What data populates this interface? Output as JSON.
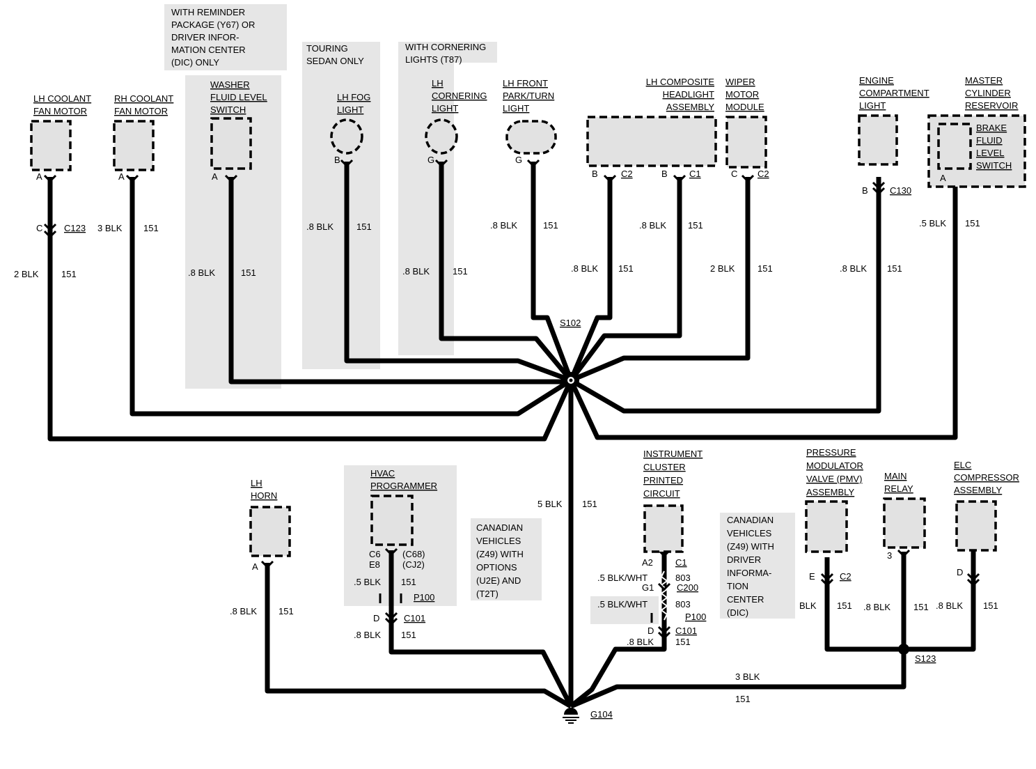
{
  "notes": {
    "reminder": [
      "WITH REMINDER",
      "PACKAGE (Y67) OR",
      "DRIVER INFOR-",
      "MATION CENTER",
      "(DIC) ONLY"
    ],
    "touring": [
      "TOURING",
      "SEDAN ONLY"
    ],
    "cornering": [
      "WITH CORNERING",
      "LIGHTS (T87)"
    ],
    "canadian_options": [
      "CANADIAN",
      "VEHICLES",
      "(Z49) WITH",
      "OPTIONS",
      "(U2E) AND",
      "(T2T)"
    ],
    "canadian_dic": [
      "CANADIAN",
      "VEHICLES",
      "(Z49) WITH",
      "DRIVER",
      "INFORMA-",
      "TION",
      "CENTER",
      "(DIC)"
    ]
  },
  "components": {
    "lh_coolant_fan": [
      "LH COOLANT",
      "FAN MOTOR"
    ],
    "rh_coolant_fan": [
      "RH COOLANT",
      "FAN MOTOR"
    ],
    "washer_switch": [
      "WASHER",
      "FLUID LEVEL",
      "SWITCH"
    ],
    "lh_fog": [
      "LH FOG",
      "LIGHT"
    ],
    "lh_cornering": [
      "LH",
      "CORNERING",
      "LIGHT"
    ],
    "lh_front_park": [
      "LH FRONT",
      "PARK/TURN",
      "LIGHT"
    ],
    "lh_headlight": [
      "LH COMPOSITE",
      "HEADLIGHT",
      "ASSEMBLY"
    ],
    "wiper_module": [
      "WIPER",
      "MOTOR",
      "MODULE"
    ],
    "engine_light": [
      "ENGINE",
      "COMPARTMENT",
      "LIGHT"
    ],
    "master_cylinder": [
      "MASTER",
      "CYLINDER",
      "RESERVOIR"
    ],
    "brake_switch": [
      "BRAKE",
      "FLUID",
      "LEVEL",
      "SWITCH"
    ],
    "lh_horn": [
      "LH",
      "HORN"
    ],
    "hvac": [
      "HVAC",
      "PROGRAMMER"
    ],
    "instrument": [
      "INSTRUMENT",
      "CLUSTER",
      "PRINTED",
      "CIRCUIT"
    ],
    "pmv": [
      "PRESSURE",
      "MODULATOR",
      "VALVE (PMV)",
      "ASSEMBLY"
    ],
    "main_relay": [
      "MAIN",
      "RELAY"
    ],
    "elc": [
      "ELC",
      "COMPRESSOR",
      "ASSEMBLY"
    ]
  },
  "pins": {
    "lh_fan": "A",
    "rh_fan": "A",
    "washer": "A",
    "fog": "B",
    "cornering": "G",
    "park": "G",
    "head_b": "B",
    "head_b2": "B",
    "wiper": "C",
    "engine": "B",
    "brake": "A",
    "c123_pin": "C",
    "horn": "A",
    "hvac_c6": "C6",
    "hvac_e8": "E8",
    "hvac_d": "D",
    "ic_a2": "A2",
    "ic_g1": "G1",
    "ic_d": "D",
    "pmv": "E",
    "relay": "3",
    "elc": "D"
  },
  "connectors": {
    "c123": "C123",
    "head_c2": "C2",
    "head_c1": "C1",
    "wiper_c2": "C2",
    "c130": "C130",
    "c68": "(C68)",
    "cj2": "(CJ2)",
    "p100a": "P100",
    "c101a": "C101",
    "ic_c1": "C1",
    "c200": "C200",
    "p100b": "P100",
    "c101b": "C101",
    "pmv_c2": "C2"
  },
  "splices": {
    "s102": "S102",
    "s123": "S123",
    "g104": "G104"
  },
  "wires": {
    "lh_fan_a": "2 BLK",
    "lh_fan_b": "151",
    "rh_fan_a": "3 BLK",
    "rh_fan_b": "151",
    "washer_a": ".8 BLK",
    "washer_b": "151",
    "fog_a": ".8 BLK",
    "fog_b": "151",
    "corner_a": ".8 BLK",
    "corner_b": "151",
    "park_a": ".8 BLK",
    "park_b": "151",
    "s102_a": ".8 BLK",
    "s102_b": "151",
    "head_a": ".8 BLK",
    "head_b": "151",
    "wiper_a": "2 BLK",
    "wiper_b": "151",
    "engine_a": ".8 BLK",
    "engine_b": "151",
    "brake_a": ".5 BLK",
    "brake_b": "151",
    "trunk_a": "5 BLK",
    "trunk_b": "151",
    "horn_a": ".8 BLK",
    "horn_b": "151",
    "hvac1_a": ".5 BLK",
    "hvac1_b": "151",
    "hvac2_a": ".8 BLK",
    "hvac2_b": "151",
    "ic1_a": ".5 BLK/WHT",
    "ic1_b": "803",
    "ic2_a": ".5 BLK/WHT",
    "ic2_b": "803",
    "ic3_a": ".8 BLK",
    "ic3_b": "151",
    "pmv_a": "BLK",
    "pmv_b": "151",
    "relay_a": ".8 BLK",
    "relay_b": "151",
    "elc_a": ".8 BLK",
    "elc_b": "151",
    "s123_a": "3 BLK",
    "s123_b": "151"
  }
}
